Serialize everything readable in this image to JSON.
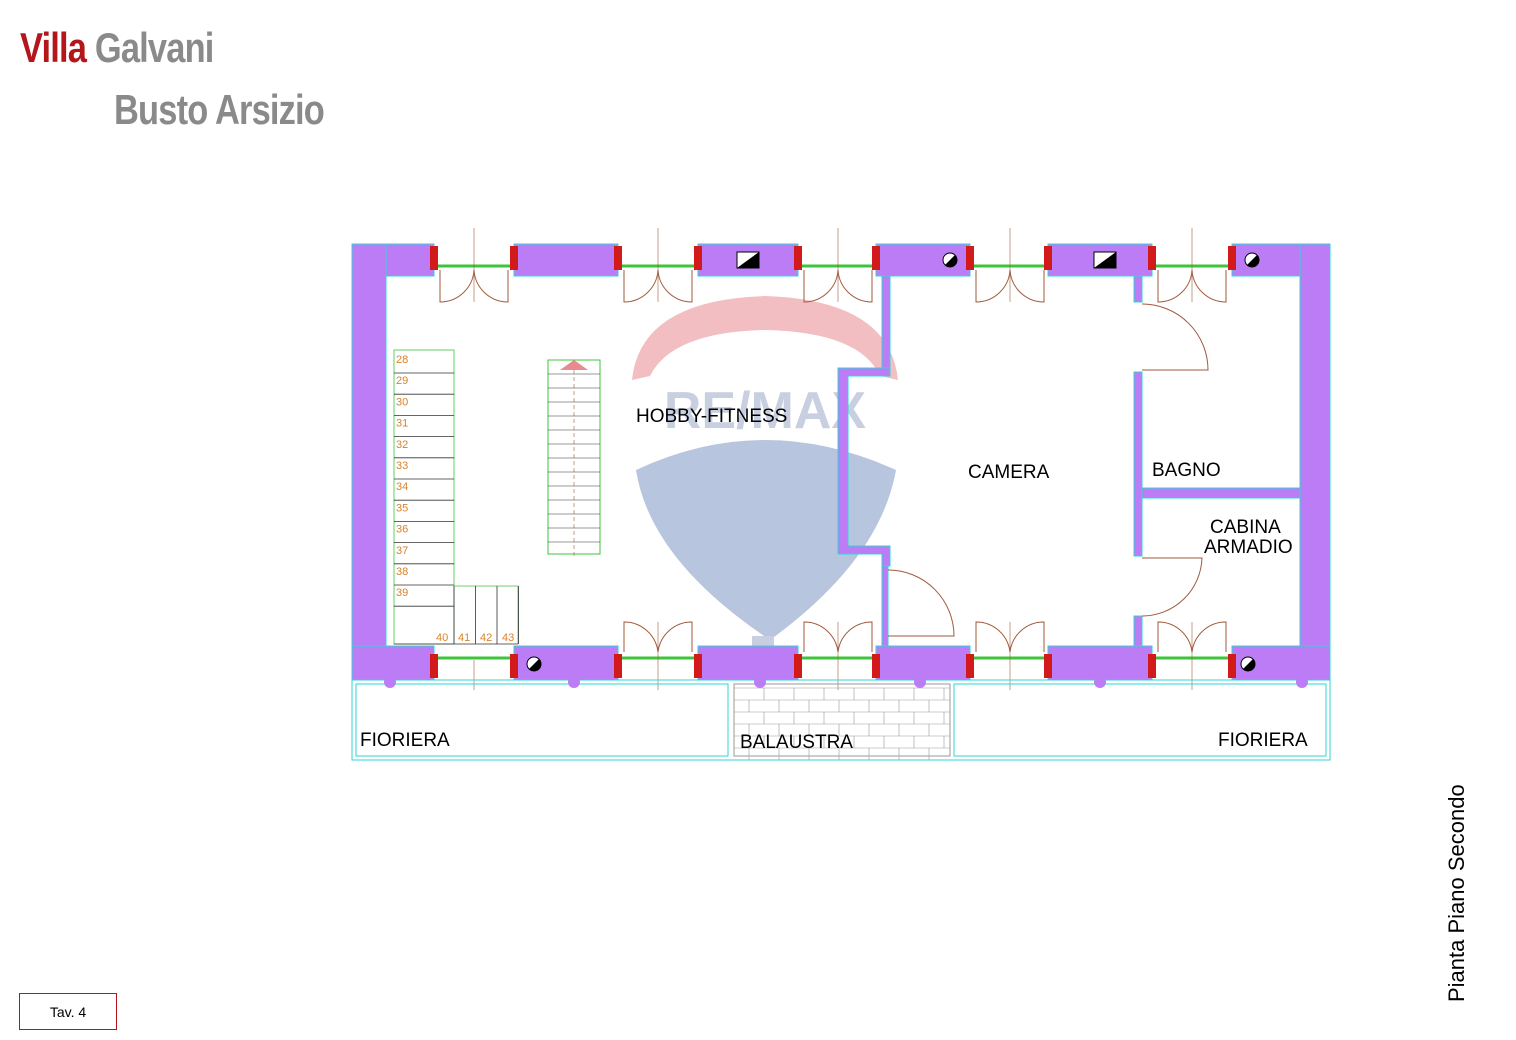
{
  "header": {
    "brand_first": "Villa",
    "brand_second": "Galvani",
    "city": "Busto Arsizio"
  },
  "watermark": {
    "logo_text": "RE/MAX"
  },
  "rooms": {
    "hobby": "HOBBY-FITNESS",
    "camera": "CAMERA",
    "bagno": "BAGNO",
    "cabina_line1": "CABINA",
    "cabina_line2": "ARMADIO",
    "fioriera_left": "FIORIERA",
    "balaustra": "BALAUSTRA",
    "fioriera_right": "FIORIERA"
  },
  "stairs": {
    "steps_vertical": [
      "28",
      "29",
      "30",
      "31",
      "32",
      "33",
      "34",
      "35",
      "36",
      "37",
      "38",
      "39"
    ],
    "steps_horizontal": [
      "40",
      "41",
      "42",
      "43"
    ]
  },
  "side_title": "Pianta Piano Secondo",
  "sheet_label": "Tav. 4",
  "colors": {
    "wall": "#bb7cf6",
    "wall_edge": "#2fd6d6",
    "brand_red": "#b3161b",
    "gray": "#8a8a8a",
    "step_number": "#d9822b",
    "door_line": "#a05a3c",
    "green_frame": "#3cc43c"
  }
}
